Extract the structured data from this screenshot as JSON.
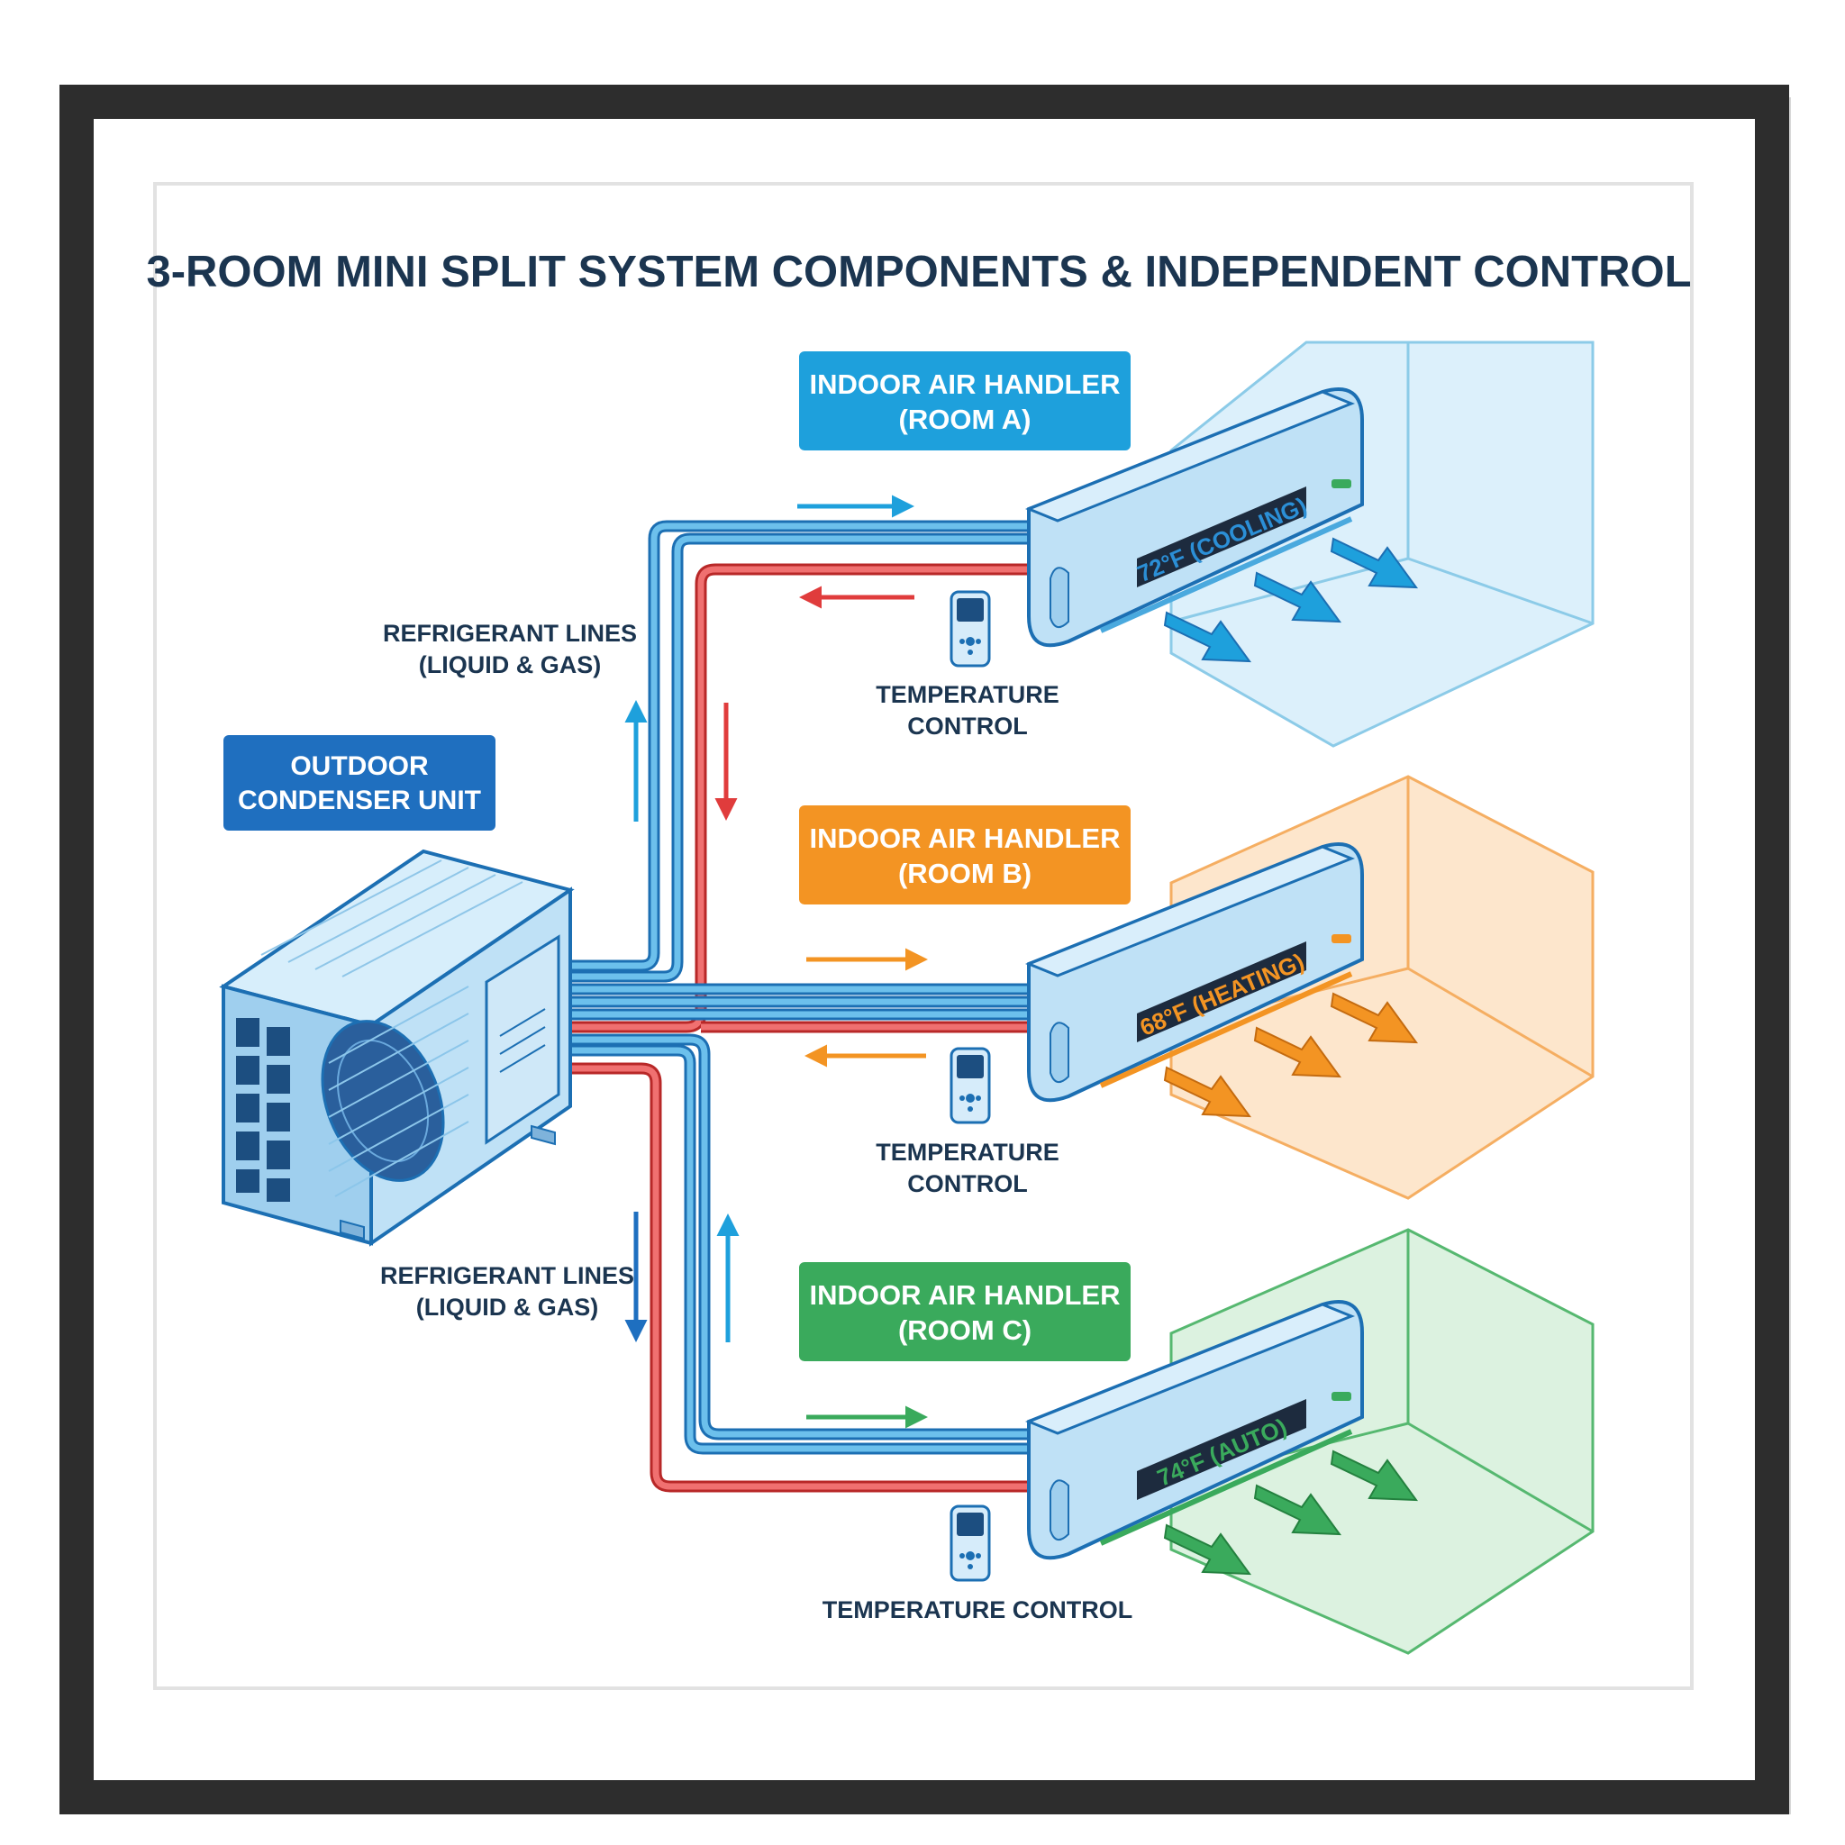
{
  "title": "3-ROOM MINI SPLIT SYSTEM COMPONENTS & INDEPENDENT CONTROL",
  "outdoor_unit": {
    "label_line1": "OUTDOOR",
    "label_line2": "CONDENSER UNIT"
  },
  "refrigerant_labels": {
    "upper": {
      "line1": "REFRIGERANT LINES",
      "line2": "(LIQUID & GAS)"
    },
    "lower": {
      "line1": "REFRIGERANT LINES",
      "line2": "(LIQUID & GAS)"
    }
  },
  "rooms": [
    {
      "id": "a",
      "label_line1": "INDOOR AIR HANDLER",
      "label_line2": "(ROOM A)",
      "display": "72°F (COOLING)",
      "control_line1": "TEMPERATURE",
      "control_line2": "CONTROL",
      "accent": "#1ea0dc",
      "room_fill": "#dcf0fb",
      "room_stroke": "#8ccbe8",
      "display_color": "#2b8fd6"
    },
    {
      "id": "b",
      "label_line1": "INDOOR AIR HANDLER",
      "label_line2": "(ROOM B)",
      "display": "68°F (HEATING)",
      "control_line1": "TEMPERATURE",
      "control_line2": "CONTROL",
      "accent": "#f39423",
      "room_fill": "#fde6cc",
      "room_stroke": "#f5ae62",
      "display_color": "#f39423"
    },
    {
      "id": "c",
      "label_line1": "INDOOR AIR HANDLER",
      "label_line2": "(ROOM C)",
      "display": "74°F (AUTO)",
      "control_line1": "TEMPERATURE CONTROL",
      "control_line2": "",
      "accent": "#3aaa5c",
      "room_fill": "#dcf2e0",
      "room_stroke": "#56b870",
      "display_color": "#3aaa5c"
    }
  ],
  "colors": {
    "frame": "#2b2b2b",
    "title": "#1b3550",
    "outdoor_badge": "#1f6fbf",
    "liquid_line": "#1e7fd0",
    "gas_line": "#e03c3c",
    "unit_body": "#bfe1f6",
    "unit_outline": "#1c6fb3"
  }
}
